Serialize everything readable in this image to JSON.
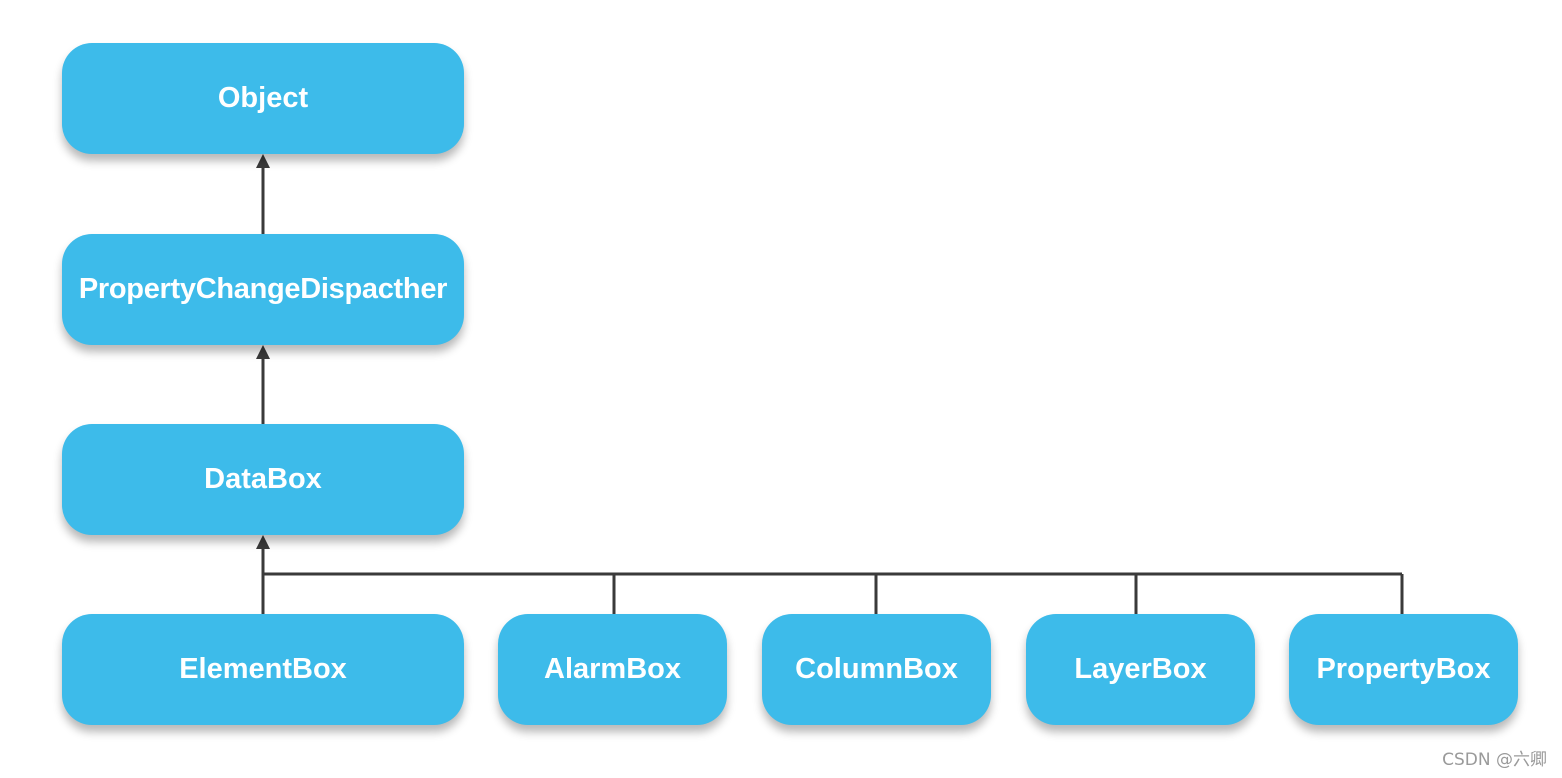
{
  "diagram": {
    "type": "inheritance-hierarchy",
    "node_color": "#3dbbea",
    "text_color": "#ffffff",
    "edge_color": "#3a3a3a",
    "nodes": {
      "object": "Object",
      "property_change_dispatcher": "PropertyChangeDispacther",
      "databox": "DataBox",
      "elementbox": "ElementBox",
      "alarmbox": "AlarmBox",
      "columnbox": "ColumnBox",
      "layerbox": "LayerBox",
      "propertybox": "PropertyBox"
    },
    "edges": [
      {
        "from": "PropertyChangeDispacther",
        "to": "Object"
      },
      {
        "from": "DataBox",
        "to": "PropertyChangeDispacther"
      },
      {
        "from": "ElementBox",
        "to": "DataBox"
      },
      {
        "from": "AlarmBox",
        "to": "DataBox"
      },
      {
        "from": "ColumnBox",
        "to": "DataBox"
      },
      {
        "from": "LayerBox",
        "to": "DataBox"
      },
      {
        "from": "PropertyBox",
        "to": "DataBox"
      }
    ]
  },
  "watermark": "CSDN @六卿"
}
